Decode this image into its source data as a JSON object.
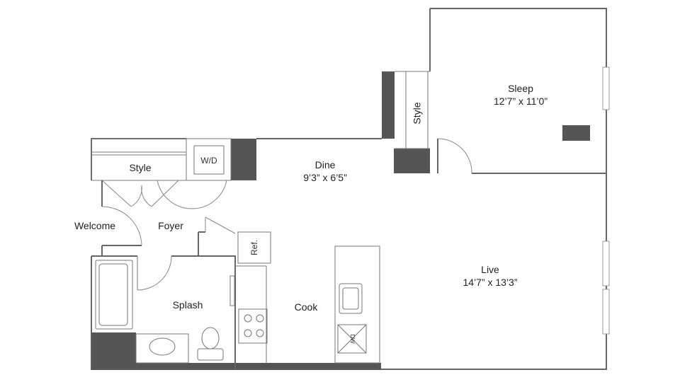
{
  "rooms": {
    "sleep": {
      "name": "Sleep",
      "dims": "12’7” x 11’0”"
    },
    "dine": {
      "name": "Dine",
      "dims": "9’3” x 6’5”"
    },
    "live": {
      "name": "Live",
      "dims": "14’7” x 13’3”"
    },
    "style_closet_left": {
      "name": "Style"
    },
    "style_closet_right": {
      "name": "Style"
    },
    "welcome": {
      "name": "Welcome"
    },
    "foyer": {
      "name": "Foyer"
    },
    "splash": {
      "name": "Splash"
    },
    "cook": {
      "name": "Cook"
    }
  },
  "fixtures": {
    "washer_dryer": "W/D",
    "refrigerator": "Ref.",
    "dishwasher": "DW"
  }
}
